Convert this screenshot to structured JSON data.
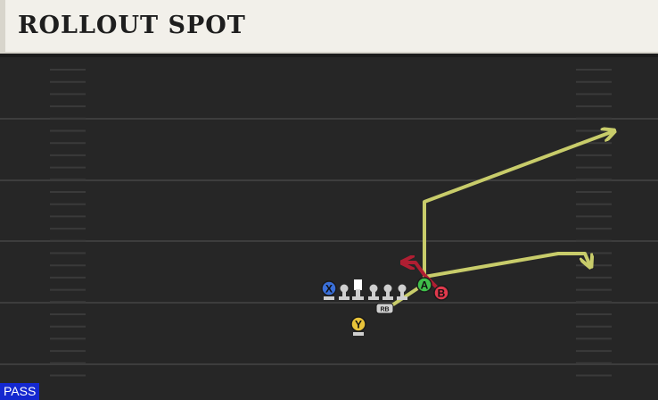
{
  "play": {
    "title": "ROLLOUT SPOT",
    "type_badge": "PASS"
  },
  "players": {
    "x_label": "X",
    "y_label": "Y",
    "a_label": "A",
    "b_label": "B",
    "rb_label": "RB"
  },
  "colors": {
    "field": "#262626",
    "route_primary": "#c8cc6a",
    "route_block": "#b01e32",
    "x_button": "#3a6fd8",
    "y_button": "#e8c33a",
    "a_button": "#3fbf4a",
    "b_button": "#e0394c",
    "badge": "#1428d0"
  }
}
